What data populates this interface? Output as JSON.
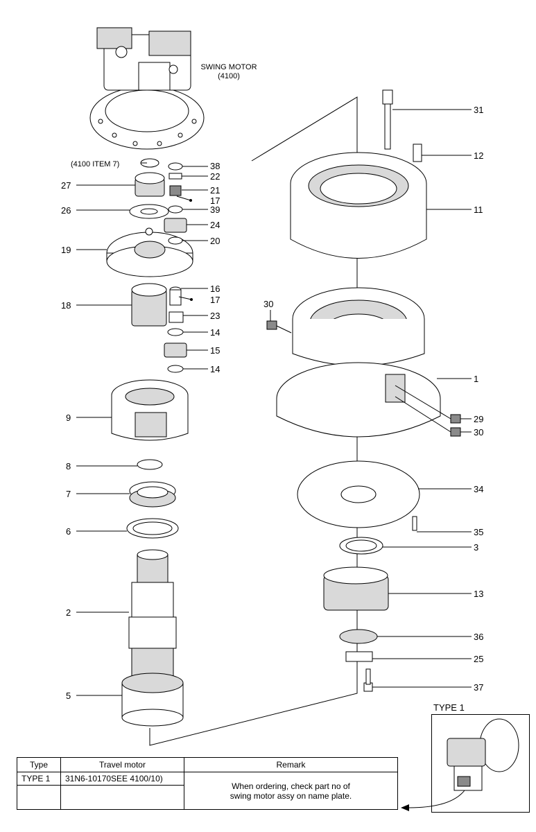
{
  "assembly": {
    "title": "SWING MOTOR",
    "code": "(4100)"
  },
  "callouts": {
    "c4100_item7": "(4100 ITEM 7)",
    "c38": "38",
    "c22": "22",
    "c27": "27",
    "c21": "21",
    "c17a": "17",
    "c26": "26",
    "c39": "39",
    "c24": "24",
    "c19": "19",
    "c20": "20",
    "c16": "16",
    "c17b": "17",
    "c18": "18",
    "c23": "23",
    "c14a": "14",
    "c15": "15",
    "c14b": "14",
    "c9": "9",
    "c8": "8",
    "c7": "7",
    "c6": "6",
    "c2": "2",
    "c5": "5",
    "c31": "31",
    "c12": "12",
    "c11": "11",
    "c30a": "30",
    "c1": "1",
    "c29": "29",
    "c30b": "30",
    "c34": "34",
    "c35": "35",
    "c3": "3",
    "c13": "13",
    "c36": "36",
    "c25": "25",
    "c37": "37"
  },
  "inset": {
    "label": "TYPE 1"
  },
  "table": {
    "headers": [
      "Type",
      "Travel motor",
      "Remark"
    ],
    "row": {
      "type": "TYPE 1",
      "motor": "31N6-10170SEE 4100/10)"
    },
    "remark_line1": "When ordering, check part no of",
    "remark_line2": "swing motor assy on name plate."
  }
}
